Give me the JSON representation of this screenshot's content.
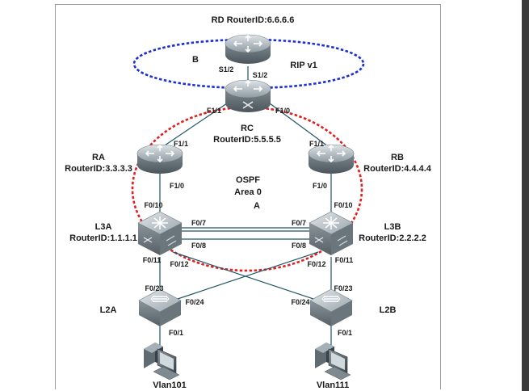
{
  "routers": {
    "rd": {
      "title": "RD RouterID:6.6.6.6"
    },
    "rc": {
      "name": "RC",
      "id": "RouterID:5.5.5.5"
    },
    "ra": {
      "name": "RA",
      "id": "RouterID:3.3.3.3"
    },
    "rb": {
      "name": "RB",
      "id": "RouterID:4.4.4.4"
    }
  },
  "switches": {
    "l3a": {
      "name": "L3A",
      "id": "RouterID:1.1.1.1"
    },
    "l3b": {
      "name": "L3B",
      "id": "RouterID:2.2.2.2"
    },
    "l2a": {
      "name": "L2A"
    },
    "l2b": {
      "name": "L2B"
    }
  },
  "hosts": {
    "pc_left": "Vlan101",
    "pc_right": "Vlan111"
  },
  "areas": {
    "rip_letter": "B",
    "rip_label": "RIP v1",
    "ospf_label": "OSPF",
    "ospf_area": "Area 0",
    "ospf_letter": "A",
    "rip_color": "#1a2fd0",
    "ospf_color": "#e02020"
  },
  "ports": {
    "rd_s12": "S1/2",
    "rc_s12": "S1/2",
    "rc_f11": "F1/1",
    "rc_f10": "F1/0",
    "ra_f11": "F1/1",
    "ra_f10": "F1/0",
    "rb_f11": "F1/1",
    "rb_f10": "F1/0",
    "l3a_f010": "F0/10",
    "l3a_f07": "F0/7",
    "l3a_f08": "F0/8",
    "l3a_f011": "F0/11",
    "l3a_f012": "F0/12",
    "l3b_f010": "F0/10",
    "l3b_f07": "F0/7",
    "l3b_f08": "F0/8",
    "l3b_f012": "F0/12",
    "l3b_f011": "F0/11",
    "l2a_f023": "F0/23",
    "l2a_f024": "F0/24",
    "l2a_f01": "F0/1",
    "l2b_f024": "F0/24",
    "l2b_f023": "F0/23",
    "l2b_f01": "F0/1"
  }
}
